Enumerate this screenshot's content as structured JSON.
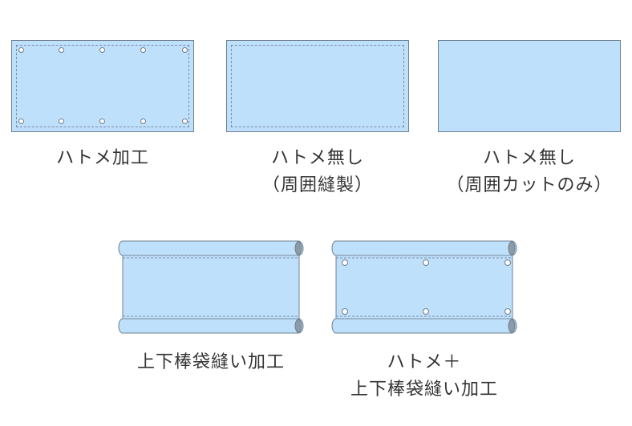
{
  "colors": {
    "panel_fill": "#bfe0fb",
    "outline": "#6d7f90",
    "stitch": "#7a8ea3",
    "grommet_fill": "#ffffff",
    "text": "#333333"
  },
  "items": [
    {
      "id": "grommet",
      "label_lines": [
        "ハトメ加工"
      ]
    },
    {
      "id": "no-grommet-sewn",
      "label_lines": [
        "ハトメ無し",
        "（周囲縫製）"
      ]
    },
    {
      "id": "no-grommet-cut",
      "label_lines": [
        "ハトメ無し",
        "（周囲カットのみ）"
      ]
    },
    {
      "id": "sleeve",
      "label_lines": [
        "上下棒袋縫い加工"
      ]
    },
    {
      "id": "grommet-sleeve",
      "label_lines": [
        "ハトメ＋",
        "上下棒袋縫い加工"
      ]
    }
  ]
}
